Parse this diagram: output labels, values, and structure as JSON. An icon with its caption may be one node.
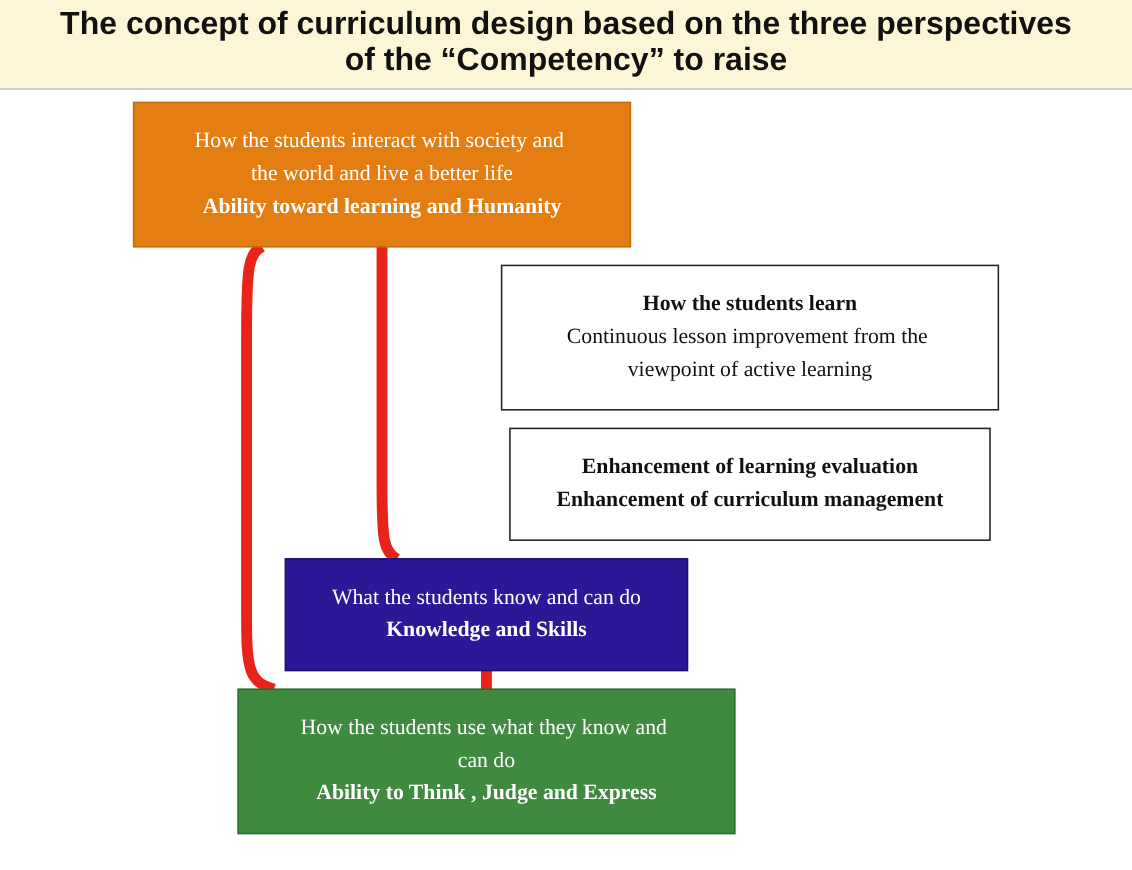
{
  "diagram": {
    "title": "The concept of curriculum design based on the three perspectives of the “Competency” to raise",
    "nodes": [
      {
        "text": [
          "How the students interact with society and the world and live a better life",
          "Ability toward learning and Humanity"
        ]
      },
      {
        "text": [
          "How the students learn",
          "Continuous lesson improvement from the viewpoint of active learning"
        ]
      },
      {
        "text": [
          "Enhancement of learning evaluation",
          "Enhancement of curriculum management"
        ]
      },
      {
        "text": [
          "What the students know and can do",
          "Knowledge and Skills"
        ]
      },
      {
        "text": [
          "How the students use what they know and can do",
          "Ability to Think , Judge and Express"
        ]
      }
    ],
    "edges": [
      {
        "from": 0,
        "to": 3,
        "arrow": "none"
      },
      {
        "from": 0,
        "to": 4,
        "arrow": "none"
      },
      {
        "from": 3,
        "to": 4,
        "arrow": "none"
      }
    ]
  }
}
